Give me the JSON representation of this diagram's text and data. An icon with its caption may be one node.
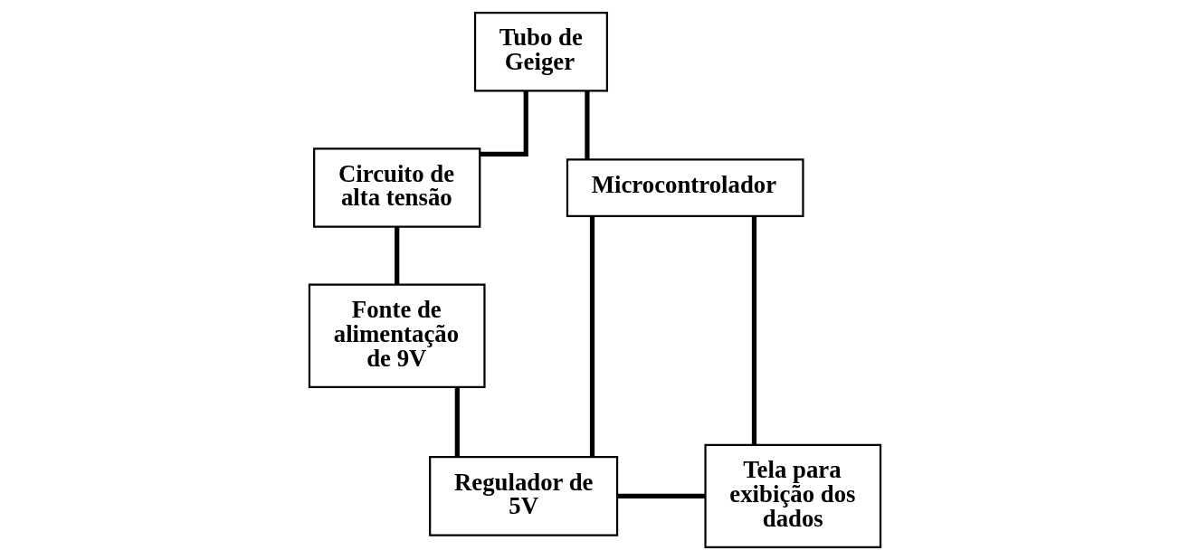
{
  "diagram": {
    "nodes": [
      {
        "text": [
          "Tubo de Geiger"
        ]
      },
      {
        "text": [
          "Circuito de alta tensão"
        ]
      },
      {
        "text": [
          "Fonte de alimentação de 9V"
        ]
      },
      {
        "text": [
          "Microcontrolador"
        ]
      },
      {
        "text": [
          "Regulador de 5V"
        ]
      },
      {
        "text": [
          "Tela para exibição dos dados"
        ]
      }
    ],
    "edges": [
      {
        "from": 0,
        "to": 1,
        "arrow": "none"
      },
      {
        "from": 1,
        "to": 2,
        "arrow": "none"
      },
      {
        "from": 0,
        "to": 3,
        "arrow": "none"
      },
      {
        "from": 3,
        "to": 4,
        "arrow": "none"
      },
      {
        "from": 3,
        "to": 5,
        "arrow": "none"
      },
      {
        "from": 4,
        "to": 5,
        "arrow": "none"
      },
      {
        "from": 2,
        "to": 4,
        "arrow": "none"
      }
    ]
  }
}
